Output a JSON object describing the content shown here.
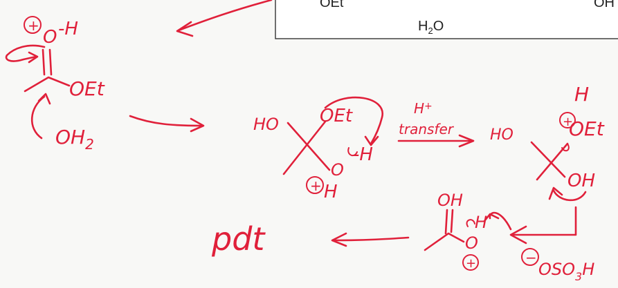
{
  "colors": {
    "ink": "#e0203a",
    "box_text": "#222222",
    "background": "#f8f8f6"
  },
  "box": {
    "left_text": "OEt",
    "middle_main": "H",
    "middle_sub": "2",
    "middle_tail": "O",
    "right_text": "OH"
  },
  "step1": {
    "charge": "+",
    "o_h": "O-H",
    "o_letter": "O",
    "h_letter": "-H",
    "oet": "OEt",
    "oh2_main": "OH",
    "oh2_sub": "2"
  },
  "intermediate1": {
    "ho": "HO",
    "oet": "OEt",
    "o": "O",
    "h_right": "-H",
    "charge": "+",
    "h_bottom": "H"
  },
  "proton_transfer": {
    "label_top": "H",
    "label_top_charge": "+",
    "label_bottom": "transfer"
  },
  "intermediate2": {
    "h_top": "H",
    "charge": "+",
    "oet": "OEt",
    "ho": "HO",
    "oh": "OH"
  },
  "step3": {
    "oh": "OH",
    "o": "O",
    "h": "H",
    "charge": "+",
    "base_charge": "−",
    "base": "OSO",
    "base_sub": "3",
    "base_tail": "H"
  },
  "product": {
    "label": "pdt"
  }
}
